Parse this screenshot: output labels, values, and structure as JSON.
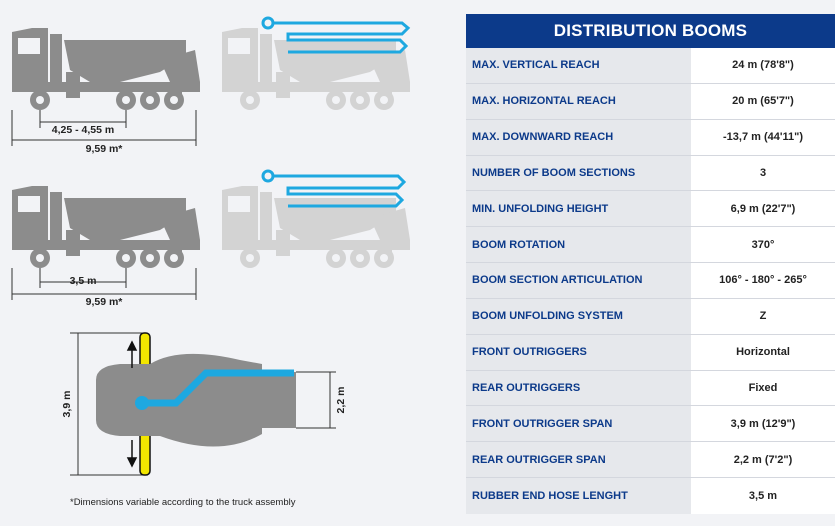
{
  "diagram": {
    "truck1": {
      "wheelbase": "4,25 - 4,55 m",
      "length": "9,59 m*"
    },
    "truck2": {
      "wheelbase": "3,5 m",
      "length": "9,59 m*"
    },
    "top_view": {
      "outrigger_front_span": "3,9 m",
      "outrigger_rear_span": "2,2 m"
    },
    "footnote": "*Dimensions variable according to the truck assembly",
    "colors": {
      "truck_dark": "#8c8c8c",
      "truck_light": "#d3d3d3",
      "boom_blue": "#1ea8e0",
      "outrigger_yellow": "#f2e600"
    }
  },
  "specs": {
    "title": "DISTRIBUTION BOOMS",
    "rows": [
      {
        "label": "MAX. VERTICAL REACH",
        "value": "24 m (78'8\")"
      },
      {
        "label": "MAX. HORIZONTAL REACH",
        "value": "20 m (65'7\")"
      },
      {
        "label": "MAX. DOWNWARD REACH",
        "value": "-13,7 m (44'11\")"
      },
      {
        "label": "NUMBER OF BOOM SECTIONS",
        "value": "3"
      },
      {
        "label": "MIN. UNFOLDING HEIGHT",
        "value": "6,9 m (22'7\")"
      },
      {
        "label": "BOOM ROTATION",
        "value": "370°"
      },
      {
        "label": "BOOM SECTION ARTICULATION",
        "value": "106° - 180° - 265°"
      },
      {
        "label": "BOOM UNFOLDING SYSTEM",
        "value": "Z"
      },
      {
        "label": "FRONT OUTRIGGERS",
        "value": "Horizontal"
      },
      {
        "label": "REAR OUTRIGGERS",
        "value": "Fixed"
      },
      {
        "label": "FRONT OUTRIGGER SPAN",
        "value": "3,9 m (12'9\")"
      },
      {
        "label": "REAR OUTRIGGER SPAN",
        "value": "2,2 m (7'2\")"
      },
      {
        "label": "RUBBER END HOSE LENGHT",
        "value": "3,5 m"
      }
    ],
    "colors": {
      "header": "#0c3a8a",
      "label_text": "#0c3a8a",
      "label_bg": "#e6e8ec"
    }
  }
}
